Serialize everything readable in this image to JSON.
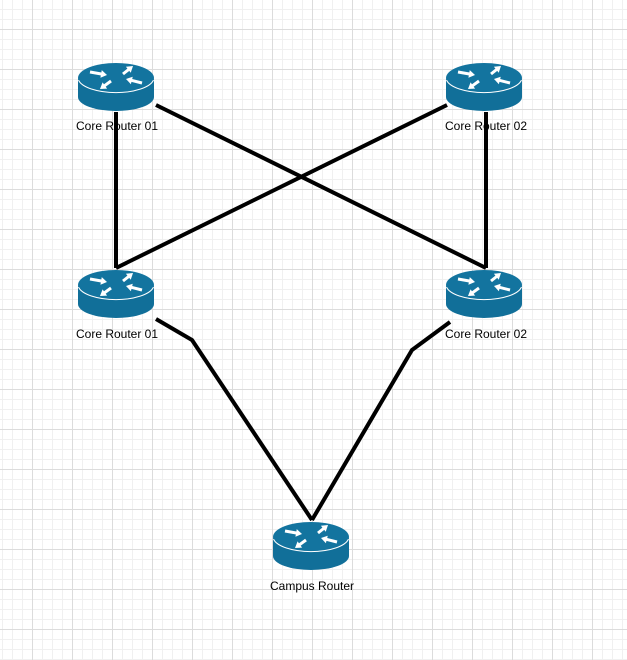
{
  "diagram": {
    "title": "Network topology",
    "colors": {
      "router_body": "#116f99",
      "router_top": "#13749f",
      "router_arrow": "#ffffff",
      "link": "#000000",
      "grid_major": "#dcdcdc",
      "grid_minor": "#f0f0f0"
    },
    "nodes": [
      {
        "id": "core-top-left",
        "label": "Core Router 01",
        "icon": "router-icon"
      },
      {
        "id": "core-top-right",
        "label": "Core Router 02",
        "icon": "router-icon"
      },
      {
        "id": "core-mid-left",
        "label": "Core Router 01",
        "icon": "router-icon"
      },
      {
        "id": "core-mid-right",
        "label": "Core Router 02",
        "icon": "router-icon"
      },
      {
        "id": "campus",
        "label": "Campus Router",
        "icon": "router-icon"
      }
    ],
    "links": [
      {
        "from": "core-top-left",
        "to": "core-mid-left"
      },
      {
        "from": "core-top-left",
        "to": "core-mid-right"
      },
      {
        "from": "core-top-right",
        "to": "core-mid-left"
      },
      {
        "from": "core-top-right",
        "to": "core-mid-right"
      },
      {
        "from": "core-mid-left",
        "to": "campus"
      },
      {
        "from": "core-mid-right",
        "to": "campus"
      }
    ]
  }
}
